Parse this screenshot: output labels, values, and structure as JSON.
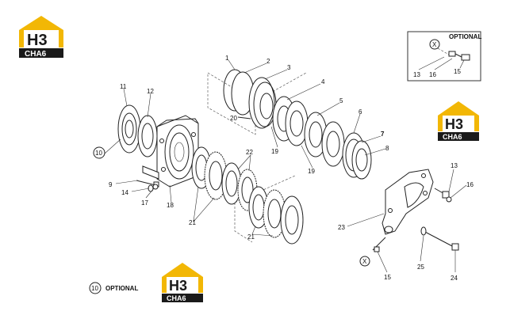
{
  "brand": {
    "logo_mark": "H3",
    "logo_word": "CHA6",
    "colors": {
      "gold": "#f2b705",
      "black": "#1a1a1a",
      "white": "#ffffff"
    }
  },
  "inset": {
    "title": "OPTIONAL",
    "callouts": [
      "13",
      "16",
      "15"
    ],
    "marker": "X"
  },
  "callouts": {
    "c1": "1",
    "c2": "2",
    "c3": "3",
    "c4": "4",
    "c5": "5",
    "c6": "6",
    "c7": "7",
    "c8": "8",
    "c9": "9",
    "c10": "10",
    "c11": "11",
    "c12": "12",
    "c13": "13",
    "c14": "14",
    "c15": "15",
    "c16": "16",
    "c17": "17",
    "c18": "18",
    "c19a": "19",
    "c19b": "19",
    "c20": "20",
    "c21a": "21",
    "c21b": "21",
    "c22": "22",
    "c23": "23",
    "c24": "24",
    "c25": "25",
    "cX": "X"
  },
  "footnote": {
    "number": "10",
    "text": "OPTIONAL"
  }
}
